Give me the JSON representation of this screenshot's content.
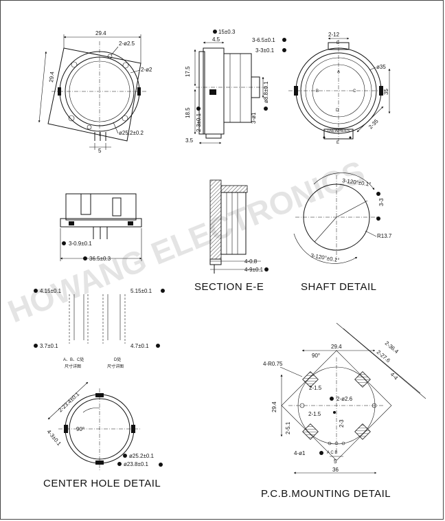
{
  "watermark": "HOWANG ELECTRONICS",
  "captions": {
    "section": "SECTION E-E",
    "shaft": "SHAFT DETAIL",
    "center_hole": "CENTER HOLE DETAIL",
    "pcb": "P.C.B.MOUNTING DETAIL"
  },
  "top_view": {
    "d_29_4_top": "29.4",
    "d_2_phi2_5": "2-ø2.5",
    "d_2_phi2": "2-ø2",
    "d_29_4_side": "29.4",
    "d_phi25_2": "ø25.2±0.2",
    "d_5": "5"
  },
  "side_view": {
    "d_15": "15±0.3",
    "d_4_5": "4.5",
    "d_3_6_5": "3-6.5±0.1",
    "d_3_3": "3-3±0.1",
    "d_17_5": "17.5",
    "d_phi8_8": "ø8.8±0.1",
    "d_18_5": "18.5",
    "d_2_3": "2-3±0.1",
    "d_3_phi1": "3-ø1",
    "d_3_5": "3.5"
  },
  "front_view": {
    "d_2_12": "2-12",
    "letter_e_top": "E",
    "d_phi35": "ø35",
    "d_35": "35",
    "d_2_35": "2-35",
    "letter_a": "A",
    "letter_b": "B",
    "letter_c": "C",
    "letter_d": "D",
    "brand": "TAEWHEES",
    "letter_e_bottom": "E"
  },
  "bottom_view": {
    "d_3_0_9": "3-0.9±0.1",
    "d_36_5": "36.5±0.3"
  },
  "section_view": {
    "d_4_0_8": "4-0.8",
    "d_4_9": "4-9±0.1"
  },
  "shaft_view": {
    "d_3_120_top": "3-120°±0.1°",
    "d_3_3": "3-3",
    "d_r13_7": "R13.7",
    "d_3_120_bottom": "3-120°±0.1°"
  },
  "terminal_views": {
    "d_4_15": "4.15±0.1",
    "d_5_15": "5.15±0.1",
    "d_3_7": "3.7±0.1",
    "d_4_7": "4.7±0.1",
    "note_abc_1": "A、B、C处",
    "note_abc_2": "尺寸详图",
    "note_d_1": "D处",
    "note_d_2": "尺寸详图"
  },
  "center_hole_view": {
    "d_2_23_4": "2-23.4±0.1",
    "d_4_3": "4-3±0.1",
    "d_90": "90°",
    "d_phi25_2": "ø25.2±0.1",
    "d_phi23_8": "ø23.8±0.1"
  },
  "pcb_view": {
    "d_2_36_4": "2-36.4",
    "d_2_27_6": "2-27.6",
    "d_4_4": "4-4",
    "d_29_4_top": "29.4",
    "d_4_r0_75": "4-R0.75",
    "d_90": "90°",
    "d_2_1_5": "2-1.5",
    "d_2_phi2_6": "2-ø2.6",
    "d_29_4_side": "29.4",
    "d_2_1_5b": "2-1.5",
    "d_2_5_1": "2-5.1",
    "d_2_3": "2-3",
    "d_4_phi1": "4-ø1",
    "letters": "A C B",
    "d_5": "5",
    "d_36": "36"
  }
}
